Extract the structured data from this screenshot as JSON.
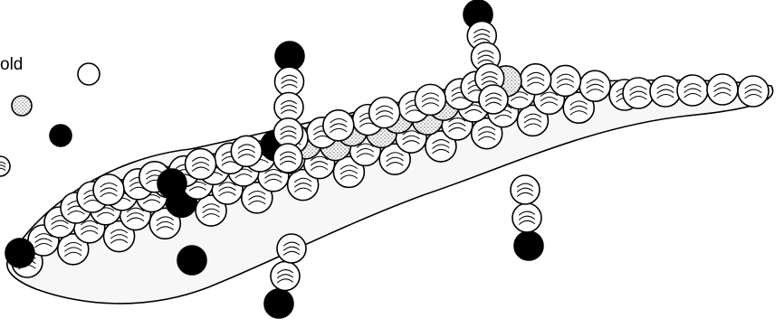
{
  "legend": {
    "partial_label": "old",
    "entries": [
      {
        "name": "open-circle",
        "fill": "#ffffff"
      },
      {
        "name": "stippled-circle",
        "fill": "#d8d8d8"
      },
      {
        "name": "filled-circle",
        "fill": "#000000"
      },
      {
        "name": "hatched-circle",
        "fill": "#ffffff"
      }
    ]
  },
  "colors": {
    "ink": "#000000",
    "paper": "#ffffff",
    "stipple": "#7a7a7a",
    "body_fill": "#f7f7f7"
  }
}
